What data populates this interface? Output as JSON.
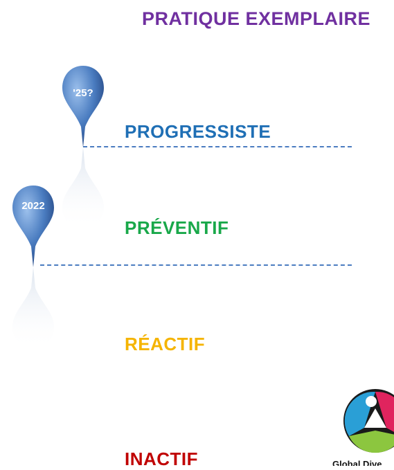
{
  "levels": {
    "top": {
      "label": "PRATIQUE EXEMPLAIRE",
      "color": "#7030a0"
    },
    "progressive": {
      "label": "PROGRESSISTE",
      "color": "#1f6fb5"
    },
    "preventive": {
      "label": "PRÉVENTIF",
      "color": "#19a84a"
    },
    "reactive": {
      "label": "RÉACTIF",
      "color": "#f5b400"
    },
    "inactive": {
      "label": "INACTIF",
      "color": "#c00000"
    }
  },
  "markers": [
    {
      "label": "'25?"
    },
    {
      "label": "2022"
    }
  ],
  "logo": {
    "text": "Global Dive"
  }
}
